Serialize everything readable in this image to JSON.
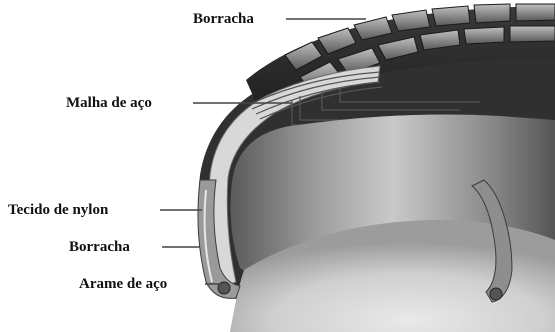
{
  "labels": {
    "borracha_top": "Borracha",
    "malha": "Malha de aço",
    "tecido": "Tecido de nylon",
    "borracha_side": "Borracha",
    "arame": "Arame de aço"
  },
  "colors": {
    "rubber_dark": "#2a2a2a",
    "rubber_mid": "#777777",
    "rubber_light": "#d9d9d9",
    "leader_line": "#444444"
  }
}
